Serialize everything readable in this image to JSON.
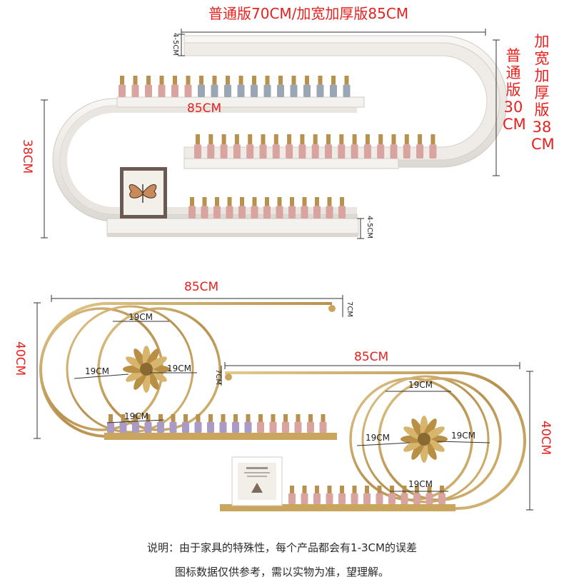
{
  "title": "普通版70CM/加宽加厚版85CM",
  "top_shelf": {
    "thickness_top": "4-5CM",
    "thickness_bottom": "4-5CM",
    "width": "85CM",
    "height": "38CM",
    "side_standard": [
      "普",
      "通",
      "版",
      "30",
      "CM"
    ],
    "side_wide": [
      "加",
      "宽",
      "加",
      "厚",
      "版",
      "38",
      "CM"
    ]
  },
  "left_rack": {
    "width": "85CM",
    "height": "40CM",
    "rail": "7CM",
    "ring_top": "19CM",
    "ring_left": "19CM",
    "ring_right": "19CM",
    "ring_bottom": "19CM"
  },
  "right_rack": {
    "width": "85CM",
    "height": "40CM",
    "rail": "7CM",
    "ring_top": "19CM",
    "ring_left": "19CM",
    "ring_right": "19CM",
    "ring_bottom": "19CM"
  },
  "notes": {
    "line1": "说明：由于家具的特殊性，每个产品都会有1-3CM的误差",
    "line2": "图标数据仅供参考，需以实物为准，望理解。"
  },
  "colors": {
    "label_red": "#e8201e",
    "shelf_white": "#f1efec",
    "gold": "#c9a55e",
    "bottle_pink": "#d9a3a0",
    "bottle_grey": "#9aa6b3",
    "bottle_lilac": "#a99bc6",
    "cap_gold": "#b8914f"
  },
  "icons": [
    "butterfly-picture-frame",
    "gold-flower-ornament",
    "nail-polish-bottle"
  ]
}
